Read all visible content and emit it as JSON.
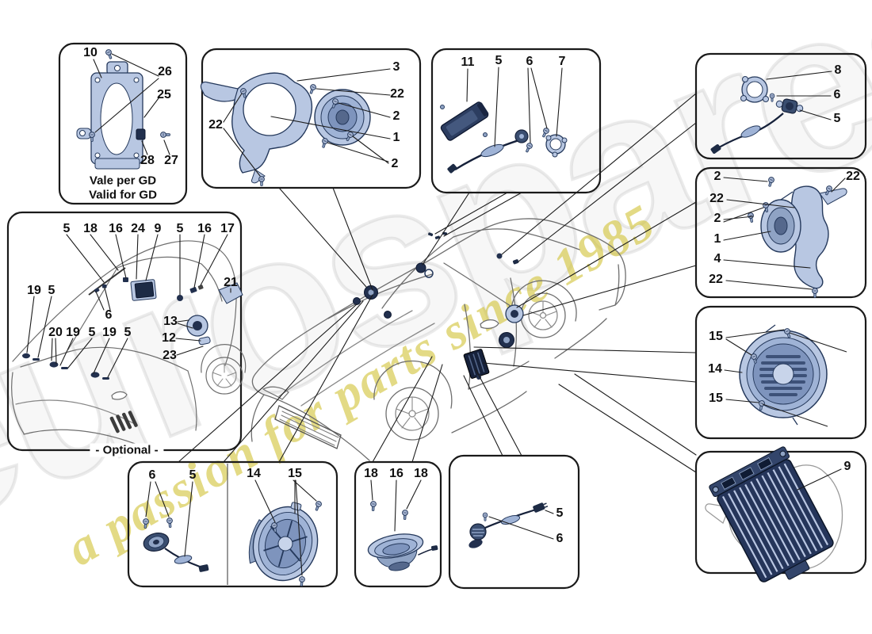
{
  "watermark": {
    "brand": "eurospares",
    "tagline": "a passion for parts since 1985",
    "brand_color": "#d8d8d8",
    "tagline_color": "#d1c134"
  },
  "colors": {
    "part_fill": "#b8c7e2",
    "part_stroke": "#25395c",
    "dark_part": "#1d2b45",
    "box_border": "#1a1a1a"
  },
  "panels": {
    "bracket_gd": {
      "caption_line1": "Vale per GD",
      "caption_line2": "Valid for GD",
      "labels": [
        "10",
        "26",
        "25",
        "28",
        "27"
      ]
    },
    "front_door_speaker": {
      "labels": [
        "3",
        "22",
        "2",
        "1",
        "2",
        "22"
      ]
    },
    "roof_speaker_kit": {
      "labels": [
        "11",
        "5",
        "6",
        "7"
      ]
    },
    "tweeter_kit": {
      "labels": [
        "8",
        "6",
        "5"
      ]
    },
    "rear_speaker_bracket": {
      "labels": [
        "2",
        "22",
        "2",
        "1",
        "4",
        "22",
        "22"
      ]
    },
    "door_subwoofer": {
      "labels": [
        "15",
        "14",
        "15"
      ]
    },
    "amplifier": {
      "labels": [
        "9"
      ]
    },
    "optional_layout": {
      "caption": "- Optional -",
      "labels": [
        "5",
        "18",
        "16",
        "24",
        "9",
        "5",
        "16",
        "17",
        "21",
        "19",
        "5",
        "6",
        "20",
        "19",
        "5",
        "19",
        "5",
        "13",
        "12",
        "23"
      ]
    },
    "midrange_kit": {
      "labels": [
        "6",
        "5"
      ]
    },
    "boot_subwoofer": {
      "labels": [
        "14",
        "15"
      ]
    },
    "floor_woofer": {
      "labels": [
        "18",
        "16",
        "18"
      ]
    },
    "door_tweeter": {
      "labels": [
        "5",
        "6"
      ]
    }
  }
}
